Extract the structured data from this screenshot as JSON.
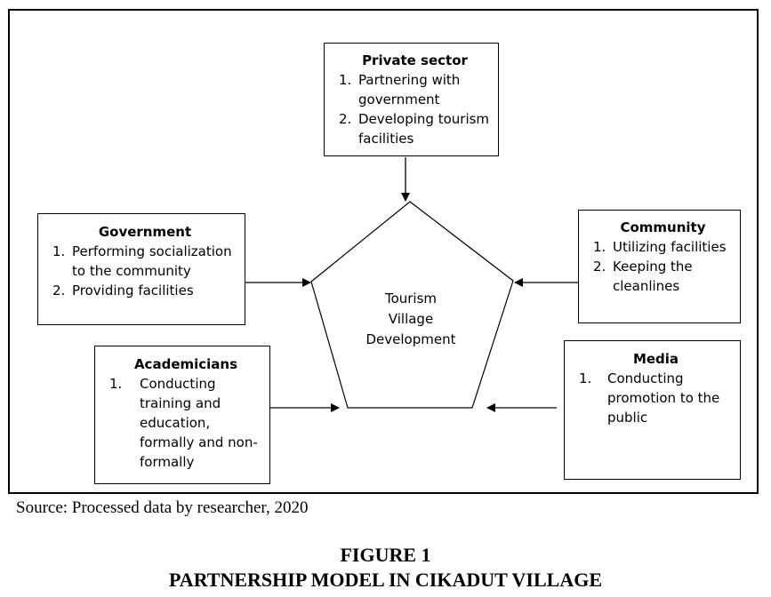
{
  "diagram": {
    "center": [
      "Tourism",
      "Village",
      "Development"
    ],
    "private_sector": {
      "title": "Private sector",
      "items": [
        {
          "num": "1.",
          "text": "Partnering with government"
        },
        {
          "num": "2.",
          "text": "Developing tourism facilities"
        }
      ]
    },
    "government": {
      "title": "Government",
      "items": [
        {
          "num": "1.",
          "text": "Performing socialization to the community"
        },
        {
          "num": "2.",
          "text": "Providing facilities"
        }
      ]
    },
    "community": {
      "title": "Community",
      "items": [
        {
          "num": "1.",
          "text": "Utilizing facilities"
        },
        {
          "num": "2.",
          "text": "Keeping the cleanlines"
        }
      ]
    },
    "academicians": {
      "title": "Academicians",
      "items": [
        {
          "num": "1.",
          "text": "Conducting training and education, formally and non-formally"
        }
      ]
    },
    "media": {
      "title": "Media",
      "items": [
        {
          "num": "1.",
          "text": "Conducting promotion to the public"
        }
      ]
    }
  },
  "source": "Source: Processed data by researcher, 2020",
  "figure": {
    "number": "FIGURE 1",
    "title": "PARTNERSHIP MODEL IN CIKADUT VILLAGE"
  }
}
